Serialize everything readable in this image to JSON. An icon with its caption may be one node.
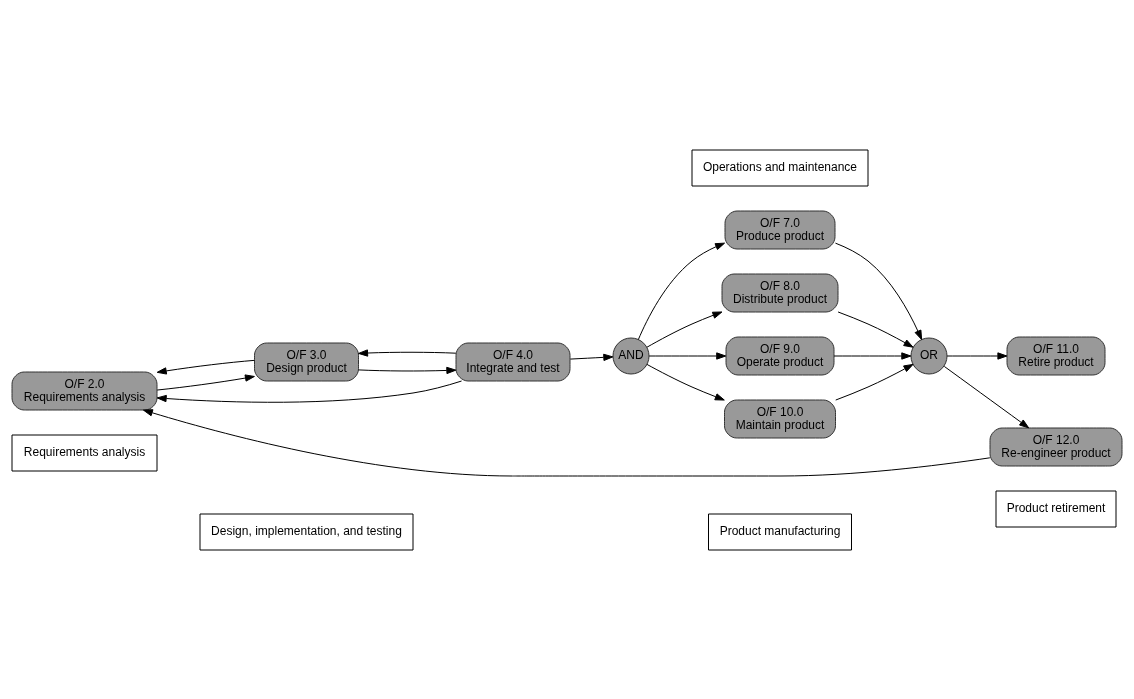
{
  "diagram": {
    "nodes": [
      {
        "text": [
          "Requirements analysis"
        ]
      },
      {
        "text": [
          "Design, implementation, and testing"
        ]
      },
      {
        "text": [
          "Product manufacturing"
        ]
      },
      {
        "text": [
          "Product retirement"
        ]
      },
      {
        "text": [
          "O/F 2.0",
          "Requirements analysis"
        ]
      },
      {
        "text": [
          "O/F 3.0",
          "Design product"
        ]
      },
      {
        "text": [
          "O/F 4.0",
          "Integrate and test"
        ]
      },
      {
        "text": [
          "AND"
        ]
      },
      {
        "text": [
          "O/F 7.0",
          "Produce product"
        ]
      },
      {
        "text": [
          "O/F 8.0",
          "Distribute product"
        ]
      },
      {
        "text": [
          "O/F 9.0",
          "Operate product"
        ]
      },
      {
        "text": [
          "O/F 10.0",
          "Maintain product"
        ]
      },
      {
        "text": [
          "OR"
        ]
      },
      {
        "text": [
          "O/F 11.0",
          "Retire product"
        ]
      },
      {
        "text": [
          "O/F 12.0",
          "Re-engineer product"
        ]
      },
      {
        "text": [
          "Operations and maintenance"
        ]
      }
    ],
    "edges": [
      {
        "from": 4,
        "to": 5,
        "arrow": "to"
      },
      {
        "from": 5,
        "to": 6,
        "arrow": "to"
      },
      {
        "from": 6,
        "to": 7,
        "arrow": "to"
      },
      {
        "from": 7,
        "to": 8,
        "arrow": "to"
      },
      {
        "from": 7,
        "to": 9,
        "arrow": "to"
      },
      {
        "from": 7,
        "to": 10,
        "arrow": "to"
      },
      {
        "from": 7,
        "to": 11,
        "arrow": "to"
      },
      {
        "from": 8,
        "to": 12,
        "arrow": "to"
      },
      {
        "from": 9,
        "to": 12,
        "arrow": "to"
      },
      {
        "from": 10,
        "to": 12,
        "arrow": "to"
      },
      {
        "from": 11,
        "to": 12,
        "arrow": "to"
      },
      {
        "from": 12,
        "to": 13,
        "arrow": "to"
      },
      {
        "from": 12,
        "to": 14,
        "arrow": "to"
      },
      {
        "from": 6,
        "to": 4,
        "arrow": "to"
      },
      {
        "from": 6,
        "to": 5,
        "arrow": "to"
      },
      {
        "from": 5,
        "to": 4,
        "arrow": "to"
      },
      {
        "from": 14,
        "to": 4,
        "arrow": "to"
      }
    ]
  }
}
